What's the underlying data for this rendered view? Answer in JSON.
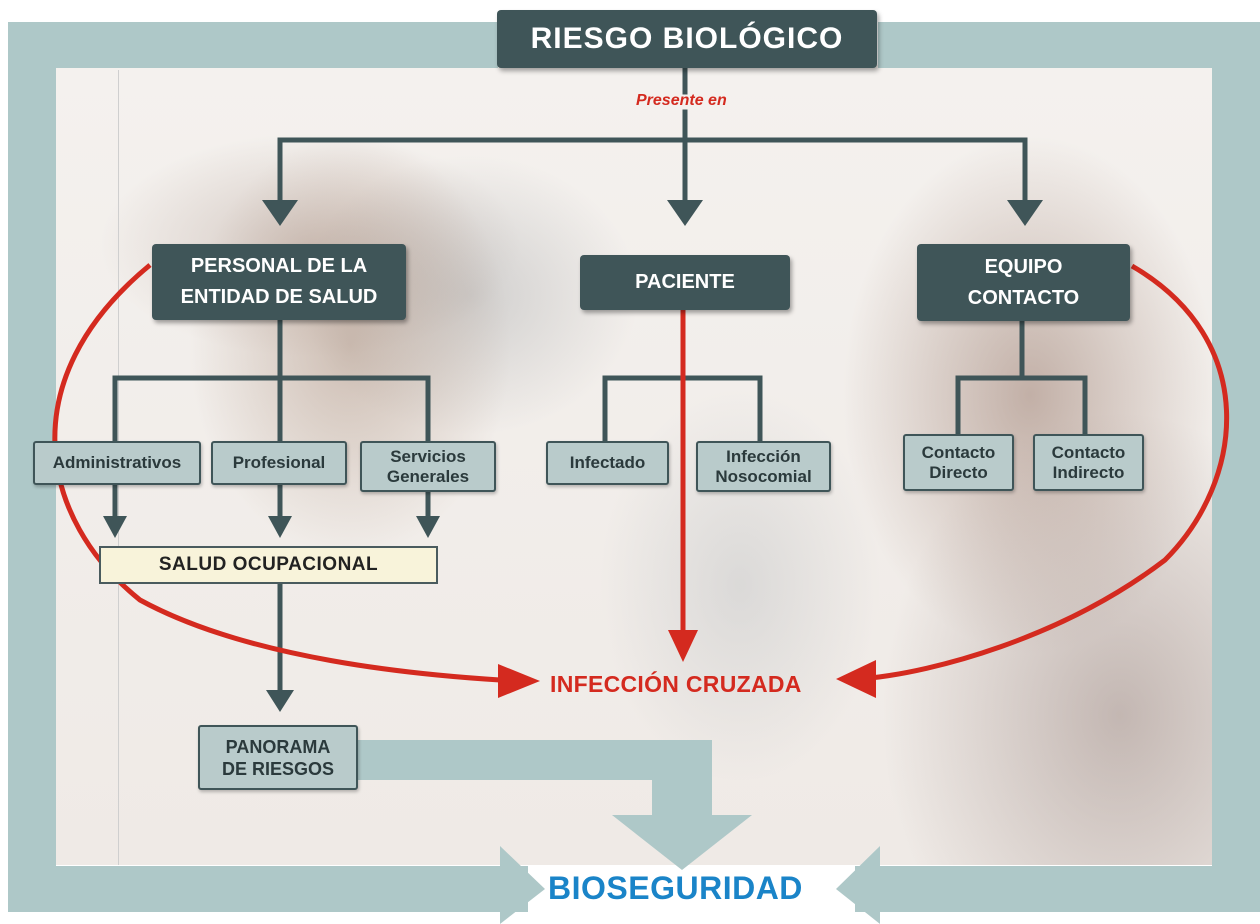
{
  "title": "RIESGO BIOLÓGICO",
  "connector_label": "Presente en",
  "main_nodes": [
    {
      "label": "PERSONAL DE LA\nENTIDAD DE SALUD"
    },
    {
      "label": "PACIENTE"
    },
    {
      "label": "EQUIPO\nCONTACTO"
    }
  ],
  "personal_children": [
    "Administrativos",
    "Profesional",
    "Servicios\nGenerales"
  ],
  "paciente_children": [
    "Infectado",
    "Infección\nNosocomial"
  ],
  "equipo_children": [
    "Contacto\nDirecto",
    "Contacto\nIndirecto"
  ],
  "salud_ocupacional": "SALUD OCUPACIONAL",
  "infeccion_cruzada": "INFECCIÓN CRUZADA",
  "panorama": "PANORAMA\nDE RIESGOS",
  "bioseguridad": "BIOSEGURIDAD",
  "colors": {
    "dark_node": "#3f5558",
    "light_node": "#b9cbcb",
    "big_arrow": "#aec8c8",
    "red_arrow": "#d42a1f",
    "title_accent": "#1a84c8",
    "salud_bg": "#f8f3da"
  }
}
